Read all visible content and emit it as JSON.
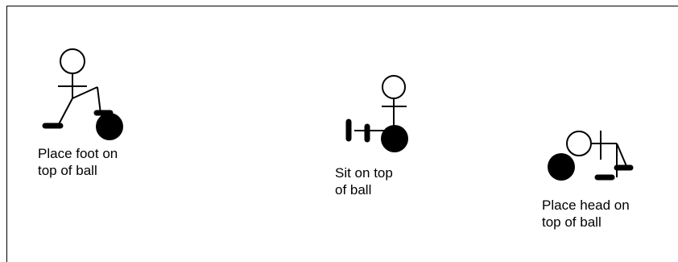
{
  "figures": [
    {
      "id": "foot-on-ball",
      "caption": "Place foot on\ntop of ball",
      "icon": "stick-figure-foot-on-ball"
    },
    {
      "id": "sit-on-ball",
      "caption": "Sit on top\nof ball",
      "icon": "stick-figure-sit-on-ball"
    },
    {
      "id": "head-on-ball",
      "caption": "Place head on\ntop of ball",
      "icon": "stick-figure-head-on-ball"
    }
  ],
  "colors": {
    "stroke": "#000000",
    "ball": "#000000",
    "head_fill": "#ffffff"
  }
}
